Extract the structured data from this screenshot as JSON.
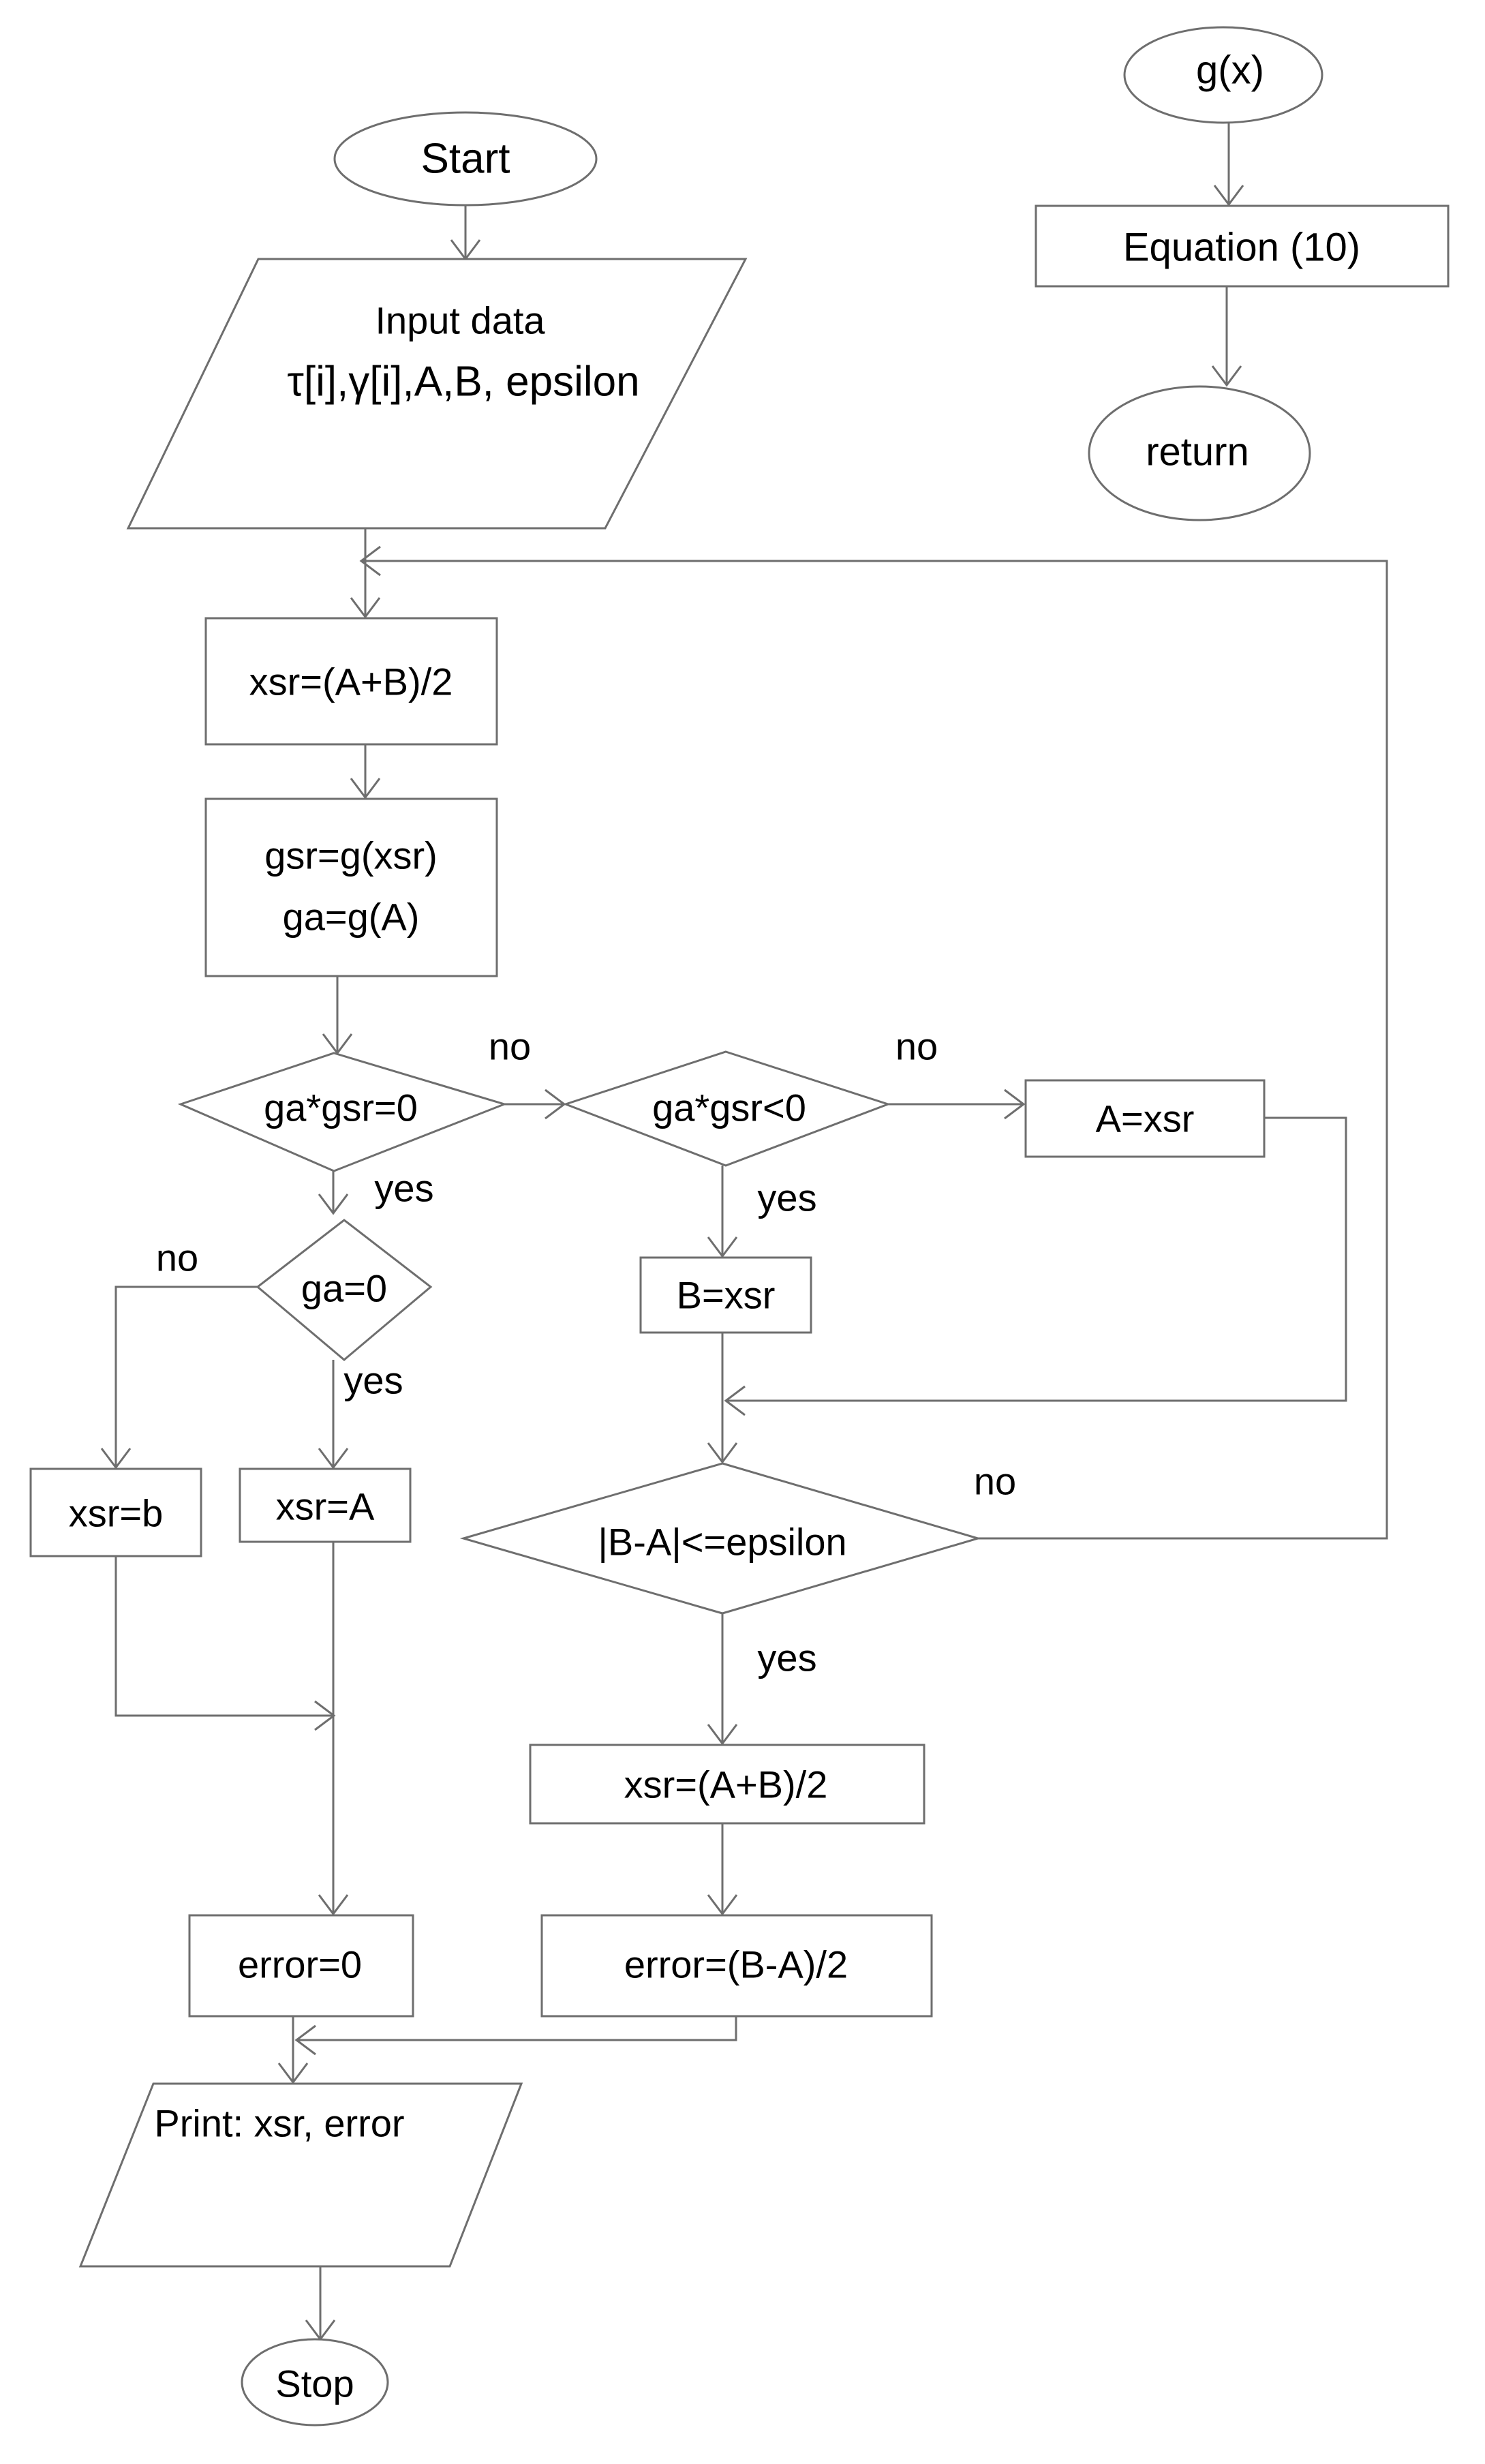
{
  "nodes": {
    "start": "Start",
    "input_title": "Input data",
    "input_vars": "τ[i],γ[i],A,B, epsilon",
    "xsr_mid": "xsr=(A+B)/2",
    "gsr_line": "gsr=g(xsr)",
    "ga_line": "ga=g(A)",
    "dec_zero": "ga*gsr=0",
    "dec_neg": "ga*gsr<0",
    "a_assign": "A=xsr",
    "b_assign": "B=xsr",
    "dec_ga": "ga=0",
    "xsr_b": "xsr=b",
    "xsr_a": "xsr=A",
    "dec_eps": "|B-A|<=epsilon",
    "xsr_final": "xsr=(A+B)/2",
    "error_zero": "error=0",
    "error_half": "error=(B-A)/2",
    "print": "Print: xsr, error",
    "stop": "Stop"
  },
  "function": {
    "name": "g(x)",
    "body": "Equation (10)",
    "ret": "return"
  },
  "labels": {
    "no_1": "no",
    "no_2": "no",
    "yes_1": "yes",
    "yes_2": "yes",
    "no_3": "no",
    "yes_3": "yes",
    "no_4": "no",
    "yes_4": "yes"
  }
}
